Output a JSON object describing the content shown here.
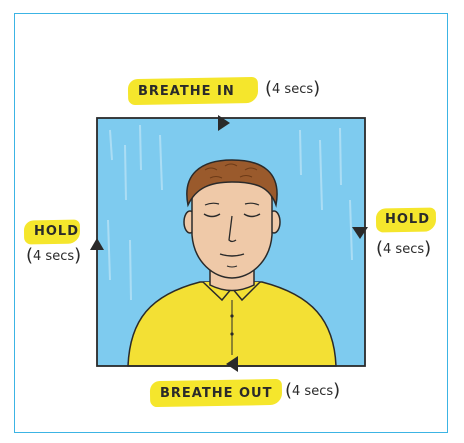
{
  "steps": {
    "top": {
      "label": "BREATHE IN",
      "duration": "4 secs"
    },
    "right": {
      "label": "HOLD",
      "duration": "4 secs"
    },
    "bottom": {
      "label": "BREATHE OUT",
      "duration": "4 secs"
    },
    "left": {
      "label": "HOLD",
      "duration": "4 secs"
    }
  },
  "colors": {
    "frame_border": "#3cb4e4",
    "sky": "#7ecbef",
    "highlight": "#f5e62c",
    "shirt": "#f3e034",
    "skin": "#efc9a8",
    "hair": "#9a5a2c",
    "ink": "#2a2a2a"
  },
  "icons": {
    "top": "arrow-right-icon",
    "right": "arrow-down-icon",
    "bottom": "arrow-left-icon",
    "left": "arrow-up-icon"
  }
}
